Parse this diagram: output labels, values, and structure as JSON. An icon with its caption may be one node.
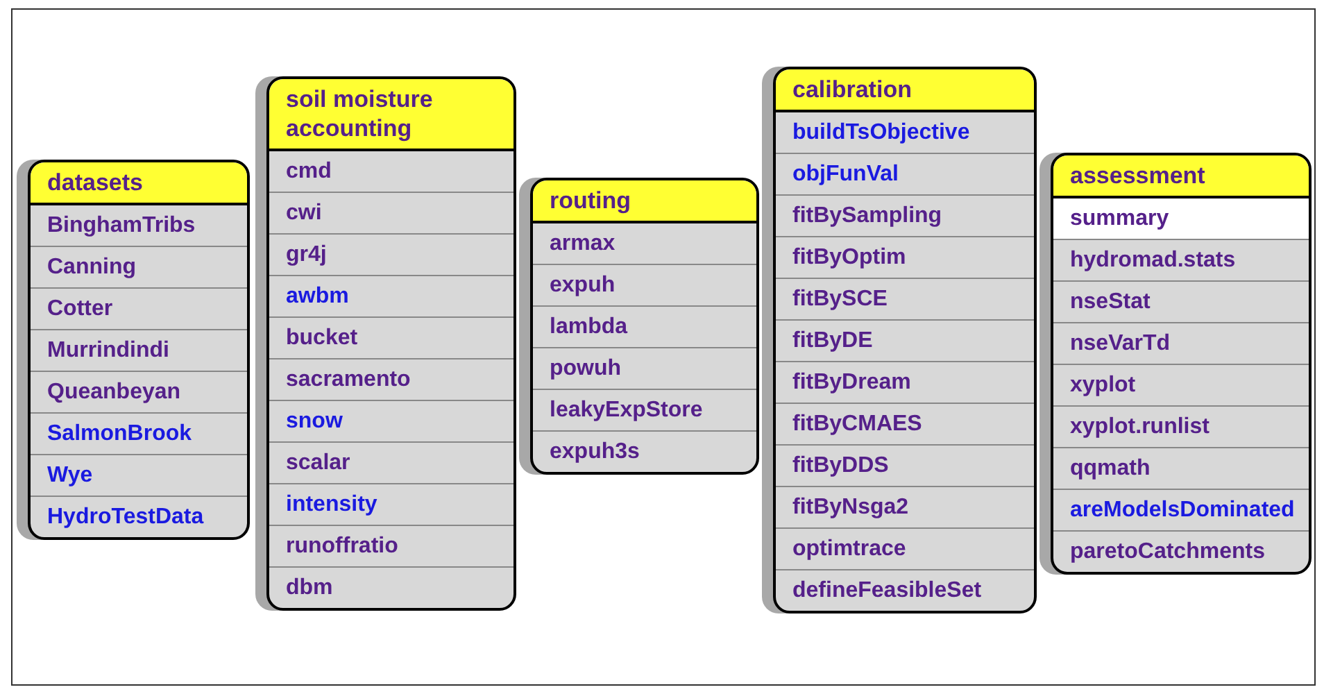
{
  "diagram": {
    "nodes": [
      {
        "text": [
          "datasets"
        ]
      },
      {
        "text": [
          "BinghamTribs"
        ],
        "in": 0
      },
      {
        "text": [
          "Canning"
        ],
        "in": 0
      },
      {
        "text": [
          "Cotter"
        ],
        "in": 0
      },
      {
        "text": [
          "Murrindindi"
        ],
        "in": 0
      },
      {
        "text": [
          "Queanbeyan"
        ],
        "in": 0
      },
      {
        "text": [
          "SalmonBrook"
        ],
        "in": 0
      },
      {
        "text": [
          "Wye"
        ],
        "in": 0
      },
      {
        "text": [
          "HydroTestData"
        ],
        "in": 0
      },
      {
        "text": [
          "soil moisture accounting"
        ]
      },
      {
        "text": [
          "cmd"
        ],
        "in": 9
      },
      {
        "text": [
          "cwi"
        ],
        "in": 9
      },
      {
        "text": [
          "gr4j"
        ],
        "in": 9
      },
      {
        "text": [
          "awbm"
        ],
        "in": 9
      },
      {
        "text": [
          "bucket"
        ],
        "in": 9
      },
      {
        "text": [
          "sacramento"
        ],
        "in": 9
      },
      {
        "text": [
          "snow"
        ],
        "in": 9
      },
      {
        "text": [
          "scalar"
        ],
        "in": 9
      },
      {
        "text": [
          "intensity"
        ],
        "in": 9
      },
      {
        "text": [
          "runoffratio"
        ],
        "in": 9
      },
      {
        "text": [
          "dbm"
        ],
        "in": 9
      },
      {
        "text": [
          "routing"
        ]
      },
      {
        "text": [
          "armax"
        ],
        "in": 21
      },
      {
        "text": [
          "expuh"
        ],
        "in": 21
      },
      {
        "text": [
          "lambda"
        ],
        "in": 21
      },
      {
        "text": [
          "powuh"
        ],
        "in": 21
      },
      {
        "text": [
          "leakyExpStore"
        ],
        "in": 21
      },
      {
        "text": [
          "expuh3s"
        ],
        "in": 21
      },
      {
        "text": [
          "calibration"
        ]
      },
      {
        "text": [
          "buildTsObjective"
        ],
        "in": 28
      },
      {
        "text": [
          "objFunVal"
        ],
        "in": 28
      },
      {
        "text": [
          "fitBySampling"
        ],
        "in": 28
      },
      {
        "text": [
          "fitByOptim"
        ],
        "in": 28
      },
      {
        "text": [
          "fitBySCE"
        ],
        "in": 28
      },
      {
        "text": [
          "fitByDE"
        ],
        "in": 28
      },
      {
        "text": [
          "fitByDream"
        ],
        "in": 28
      },
      {
        "text": [
          "fitByCMAES"
        ],
        "in": 28
      },
      {
        "text": [
          "fitByDDS"
        ],
        "in": 28
      },
      {
        "text": [
          "fitByNsga2"
        ],
        "in": 28
      },
      {
        "text": [
          "optimtrace"
        ],
        "in": 28
      },
      {
        "text": [
          "defineFeasibleSet"
        ],
        "in": 28
      },
      {
        "text": [
          "assessment"
        ]
      },
      {
        "text": [
          "summary"
        ],
        "in": 41
      },
      {
        "text": [
          "hydromad.stats"
        ],
        "in": 41
      },
      {
        "text": [
          "nseStat"
        ],
        "in": 41
      },
      {
        "text": [
          "nseVarTd"
        ],
        "in": 41
      },
      {
        "text": [
          "xyplot"
        ],
        "in": 41
      },
      {
        "text": [
          "xyplot.runlist"
        ],
        "in": 41
      },
      {
        "text": [
          "qqmath"
        ],
        "in": 41
      },
      {
        "text": [
          "areModelsDominated"
        ],
        "in": 41
      },
      {
        "text": [
          "paretoCatchments"
        ],
        "in": 41
      }
    ]
  }
}
